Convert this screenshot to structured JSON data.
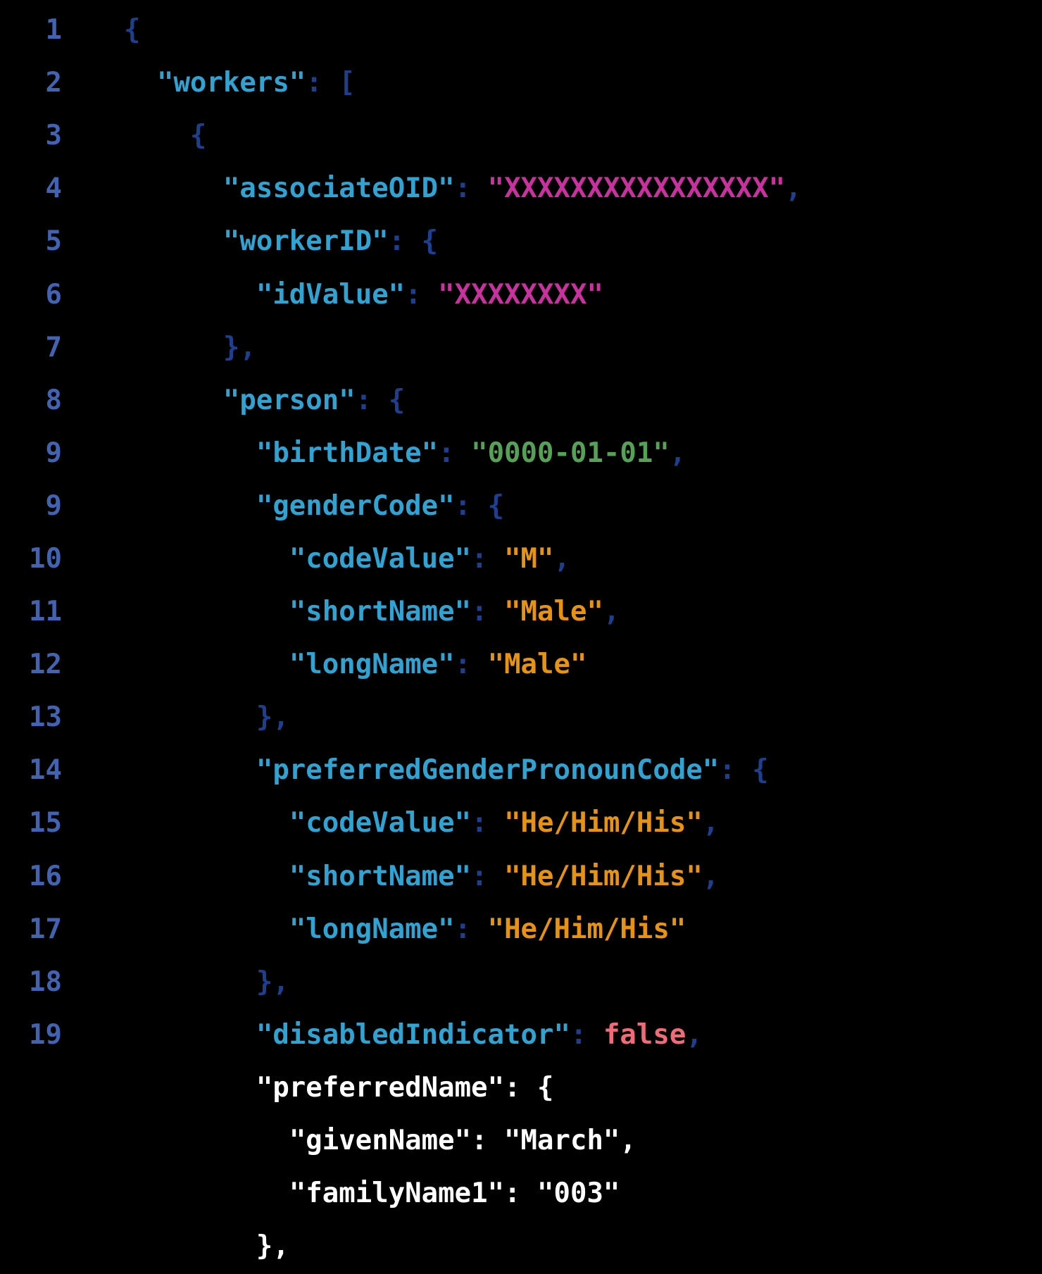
{
  "editor": {
    "background": "#000000",
    "colors": {
      "line_number": "#4262b2",
      "punctuation": "#1d3f8e",
      "key": "#2fa3d2",
      "string_masked": "#c9319f",
      "string_date": "#55a155",
      "string_value": "#e8930f",
      "boolean": "#ef6b78",
      "plain": "#ffffff"
    },
    "indent_spaces_per_level": 2,
    "lines": [
      {
        "num": "1",
        "indent": 0,
        "tokens": [
          [
            "punc",
            "{"
          ]
        ]
      },
      {
        "num": "2",
        "indent": 1,
        "tokens": [
          [
            "key",
            "\"workers\""
          ],
          [
            "punc",
            ": ["
          ]
        ]
      },
      {
        "num": "3",
        "indent": 2,
        "tokens": [
          [
            "punc",
            "{"
          ]
        ]
      },
      {
        "num": "4",
        "indent": 3,
        "tokens": [
          [
            "key",
            "\"associateOID\""
          ],
          [
            "punc",
            ": "
          ],
          [
            "pink",
            "\"XXXXXXXXXXXXXXXX\""
          ],
          [
            "punc",
            ","
          ]
        ]
      },
      {
        "num": "5",
        "indent": 3,
        "tokens": [
          [
            "key",
            "\"workerID\""
          ],
          [
            "punc",
            ": {"
          ]
        ]
      },
      {
        "num": "6",
        "indent": 4,
        "tokens": [
          [
            "key",
            "\"idValue\""
          ],
          [
            "punc",
            ": "
          ],
          [
            "pink",
            "\"XXXXXXXX\""
          ]
        ]
      },
      {
        "num": "7",
        "indent": 3,
        "tokens": [
          [
            "punc",
            "},"
          ]
        ]
      },
      {
        "num": "8",
        "indent": 3,
        "tokens": [
          [
            "key",
            "\"person\""
          ],
          [
            "punc",
            ": {"
          ]
        ]
      },
      {
        "num": "9",
        "indent": 4,
        "tokens": [
          [
            "key",
            "\"birthDate\""
          ],
          [
            "punc",
            ": "
          ],
          [
            "green",
            "\"0000-01-01\""
          ],
          [
            "punc",
            ","
          ]
        ]
      },
      {
        "num": "9",
        "indent": 4,
        "tokens": [
          [
            "key",
            "\"genderCode\""
          ],
          [
            "punc",
            ": {"
          ]
        ]
      },
      {
        "num": "10",
        "indent": 5,
        "tokens": [
          [
            "key",
            "\"codeValue\""
          ],
          [
            "punc",
            ": "
          ],
          [
            "orange",
            "\"M\""
          ],
          [
            "punc",
            ","
          ]
        ]
      },
      {
        "num": "11",
        "indent": 5,
        "tokens": [
          [
            "key",
            "\"shortName\""
          ],
          [
            "punc",
            ": "
          ],
          [
            "orange",
            "\"Male\""
          ],
          [
            "punc",
            ","
          ]
        ]
      },
      {
        "num": "12",
        "indent": 5,
        "tokens": [
          [
            "key",
            "\"longName\""
          ],
          [
            "punc",
            ": "
          ],
          [
            "orange",
            "\"Male\""
          ]
        ]
      },
      {
        "num": "13",
        "indent": 4,
        "tokens": [
          [
            "punc",
            "},"
          ]
        ]
      },
      {
        "num": "14",
        "indent": 4,
        "tokens": [
          [
            "key",
            "\"preferredGenderPronounCode\""
          ],
          [
            "punc",
            ": {"
          ]
        ]
      },
      {
        "num": "15",
        "indent": 5,
        "tokens": [
          [
            "key",
            "\"codeValue\""
          ],
          [
            "punc",
            ": "
          ],
          [
            "orange",
            "\"He/Him/His\""
          ],
          [
            "punc",
            ","
          ]
        ]
      },
      {
        "num": "16",
        "indent": 5,
        "tokens": [
          [
            "key",
            "\"shortName\""
          ],
          [
            "punc",
            ": "
          ],
          [
            "orange",
            "\"He/Him/His\""
          ],
          [
            "punc",
            ","
          ]
        ]
      },
      {
        "num": "17",
        "indent": 5,
        "tokens": [
          [
            "key",
            "\"longName\""
          ],
          [
            "punc",
            ": "
          ],
          [
            "orange",
            "\"He/Him/His\""
          ]
        ]
      },
      {
        "num": "18",
        "indent": 4,
        "tokens": [
          [
            "punc",
            "},"
          ]
        ]
      },
      {
        "num": "19",
        "indent": 4,
        "tokens": [
          [
            "key",
            "\"disabledIndicator\""
          ],
          [
            "punc",
            ": "
          ],
          [
            "bool",
            "false"
          ],
          [
            "punc",
            ","
          ]
        ]
      },
      {
        "num": "",
        "indent": 4,
        "tokens": [
          [
            "plain",
            "\"preferredName\": {"
          ]
        ]
      },
      {
        "num": "",
        "indent": 5,
        "tokens": [
          [
            "plain",
            "\"givenName\": \"March\","
          ]
        ]
      },
      {
        "num": "",
        "indent": 5,
        "tokens": [
          [
            "plain",
            "\"familyName1\": \"003\""
          ]
        ]
      },
      {
        "num": "",
        "indent": 4,
        "tokens": [
          [
            "plain",
            "},"
          ]
        ]
      }
    ]
  }
}
